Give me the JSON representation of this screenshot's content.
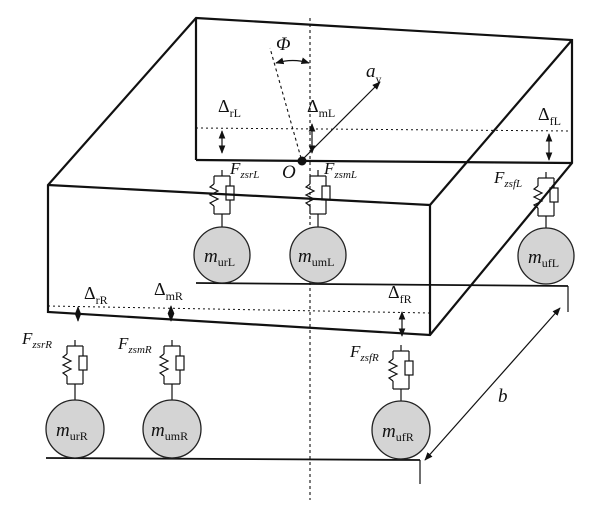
{
  "labels": {
    "phi": "Φ",
    "ay": "a",
    "ay_sub": "y",
    "origin": "O",
    "b": "b",
    "delta": "Δ"
  },
  "deltas": {
    "rL": "rL",
    "mL": "mL",
    "fL": "fL",
    "rR": "rR",
    "mR": "mR",
    "fR": "fR"
  },
  "forces": {
    "prefix": "F",
    "srL": "zsrL",
    "smL": "zsmL",
    "sfL": "zsfL",
    "srR": "zsrR",
    "smR": "zsmR",
    "sfR": "zsfR"
  },
  "masses": {
    "prefix": "m",
    "urL": "urL",
    "umL": "umL",
    "ufL": "ufL",
    "urR": "urR",
    "umR": "umR",
    "ufR": "ufR"
  },
  "colors": {
    "line": "#111111",
    "wheel_fill": "#d4d4d4"
  }
}
